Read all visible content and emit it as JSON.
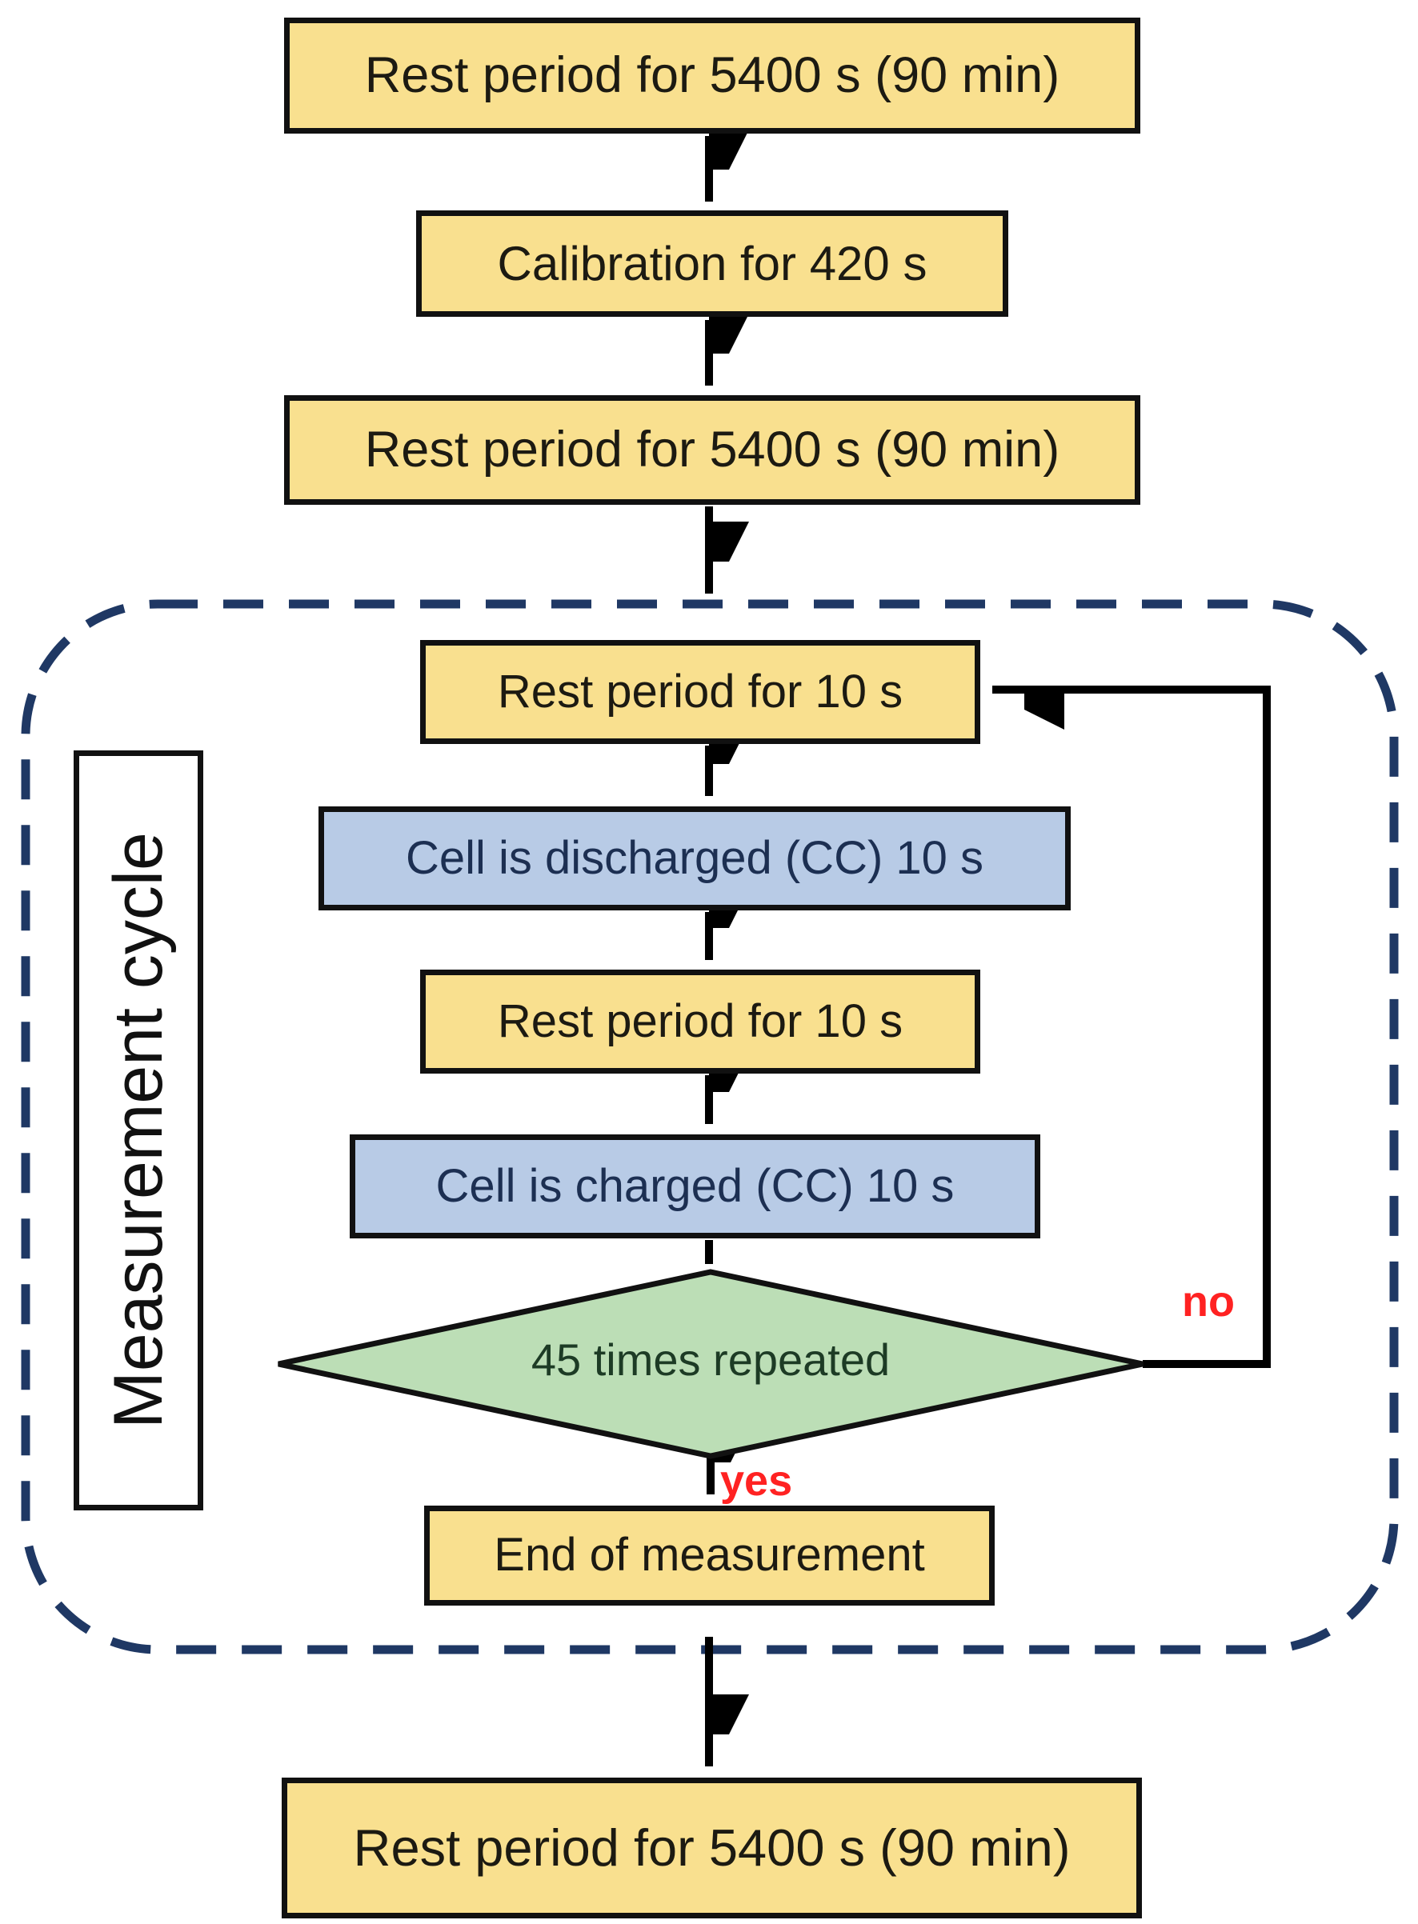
{
  "nodes": {
    "rest_top": "Rest period for 5400 s (90 min)",
    "calibration": "Calibration for 420 s",
    "rest_mid": "Rest period for 5400 s (90 min)",
    "cycle_label": "Measurement cycle",
    "rest10_a": "Rest period for 10 s",
    "discharge": "Cell is discharged (CC) 10 s",
    "rest10_b": "Rest period for 10 s",
    "charge": "Cell is charged (CC) 10 s",
    "decision": "45 times repeated",
    "end": "End of measurement",
    "rest_bottom": "Rest period for 5400 s (90 min)"
  },
  "edge_labels": {
    "no": "no",
    "yes": "yes"
  },
  "colors": {
    "process_fill": "#F9E08F",
    "cc_fill": "#B8CBE6",
    "decision_fill": "#BCDEB6",
    "boundary_dash": "#1F3864",
    "edge_label_red": "#FF2222",
    "border_black": "#111111"
  }
}
